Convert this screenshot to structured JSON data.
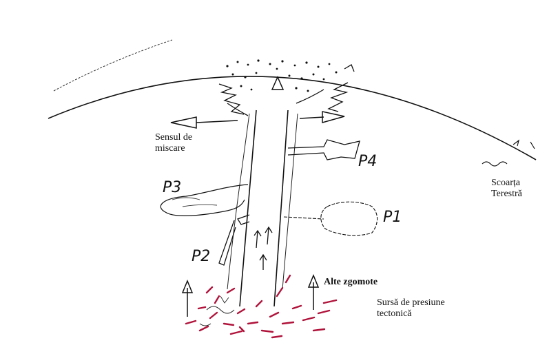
{
  "labels": {
    "direction_line1": "Sensul de",
    "direction_line2": "miscare",
    "crust_line1": "Scoarța",
    "crust_line2": "Terestră",
    "other_noise": "Alte zgomote",
    "source_line1": "Sursă de presiune",
    "source_line2": "tectonică"
  },
  "handwritten": {
    "p1": "P1",
    "p2": "P2",
    "p3": "P3",
    "p4": "P4"
  },
  "colors": {
    "ink": "#111111",
    "source_marks": "#b0123a"
  }
}
